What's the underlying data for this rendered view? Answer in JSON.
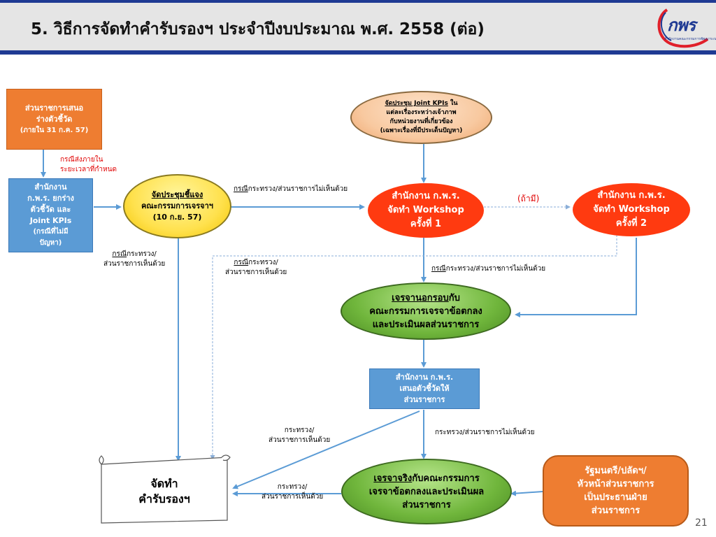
{
  "header": {
    "title": "5. วิธีการจัดทำคำรับรองฯ ประจำปีงบประมาณ พ.ศ. 2558 (ต่อ)",
    "logo_text": "กพร",
    "logo_subtext": "สำนักงานคณะกรรมการพัฒนาระบบราชการ"
  },
  "colors": {
    "header_bar": "#1f3a93",
    "header_bg": "#e5e5e5",
    "orange_box": "#ee7d31",
    "blue_box": "#5b9bd5",
    "yellow_ellipse": "#ffe14d",
    "peach_ellipse": "#f8c9a0",
    "red_ellipse": "#ff3a10",
    "green_ellipse": "#70b63c",
    "arrow": "#5b9bd5",
    "red_text": "#e00000"
  },
  "nodes": {
    "agency_propose": {
      "line1": "ส่วนราชการเสนอ",
      "line2": "ร่างตัวชี้วัด",
      "line3": "(ภายใน 31 ก.ค. 57)"
    },
    "opdc_draft": {
      "line1": "สำนักงาน",
      "line2": "ก.พ.ร. ยกร่าง",
      "line3": "ตัวชี้วัด และ",
      "line4": "Joint KPIs",
      "line5": "(กรณีที่ไม่มี",
      "line6": "ปัญหา)"
    },
    "briefing_meeting": {
      "line1": "จัดประชุมชี้แจง",
      "line2": "คณะกรรมการเจรจาฯ",
      "line3": "(10 ก.ย. 57)"
    },
    "joint_kpi_meeting": {
      "line1_u": "จัดประชุม Joint KPIs",
      "line1_rest": " ใน",
      "line2": "แต่ละเรื่องระหว่างเจ้าภาพ",
      "line3": "กับหน่วยงานที่เกี่ยวข้อง",
      "line4": "(เฉพาะเรื่องที่มีประเด็นปัญหา)"
    },
    "workshop1": {
      "line1": "สำนักงาน ก.พ.ร.",
      "line2": "จัดทำ  Workshop",
      "line3": "ครั้งที่ 1"
    },
    "workshop2": {
      "line1": "สำนักงาน ก.พ.ร.",
      "line2": "จัดทำ Workshop",
      "line3": "ครั้งที่ 2"
    },
    "framework_negotiation": {
      "line1_u": "เจรจานอกรอบ",
      "line1_rest": "กับ",
      "line2": "คณะกรรมการเจรจาข้อตกลง",
      "line3": "และประเมินผลส่วนราชการ"
    },
    "opdc_propose": {
      "line1": "สำนักงาน ก.พ.ร.",
      "line2": "เสนอตัวชี้วัดให้",
      "line3": "ส่วนราชการ"
    },
    "make_agreement": {
      "line1": "จัดทำ",
      "line2": "คำรับรองฯ"
    },
    "real_negotiation": {
      "line1_u": "เจรจาจริง",
      "line1_rest": "กับคณะกรรมการ",
      "line2": "เจรจาข้อตกลงและประเมินผล",
      "line3": "ส่วนราชการ"
    },
    "chairs": {
      "line1": "รัฐมนตรี/ปลัดฯ/",
      "line2": "หัวหน้าส่วนราชการ",
      "line3": "เป็นประธานฝ่าย",
      "line4": "ส่วนราชการ"
    }
  },
  "labels": {
    "late_case": {
      "line1": "กรณีส่งภายใน",
      "line2": "ระยะเวลาที่กำหนด"
    },
    "agree_left": {
      "u": "กรณี",
      "rest": "กระทรวง/",
      "line2": "ส่วนราชการเห็นด้วย"
    },
    "disagree_top": {
      "u": "กรณี",
      "rest": "กระทรวง/ส่วนราชการไม่เห็นด้วย"
    },
    "agree_mid": {
      "u": "กรณี",
      "rest": "กระทรวง/",
      "line2": "ส่วนราชการเห็นด้วย"
    },
    "if_any": "(ถ้ามี)",
    "disagree_mid": {
      "u": "กรณี",
      "rest": "กระทรวง/ส่วนราชการไม่เห็นด้วย"
    },
    "agree_lower": {
      "line1": "กระทรวง/",
      "line2": "ส่วนราชการเห็นด้วย"
    },
    "disagree_lower": "กระทรวง/ส่วนราชการไม่เห็นด้วย",
    "agree_bottom": {
      "line1": "กระทรวง/",
      "line2": "ส่วนราชการเห็นด้วย"
    }
  },
  "page_number": "21"
}
